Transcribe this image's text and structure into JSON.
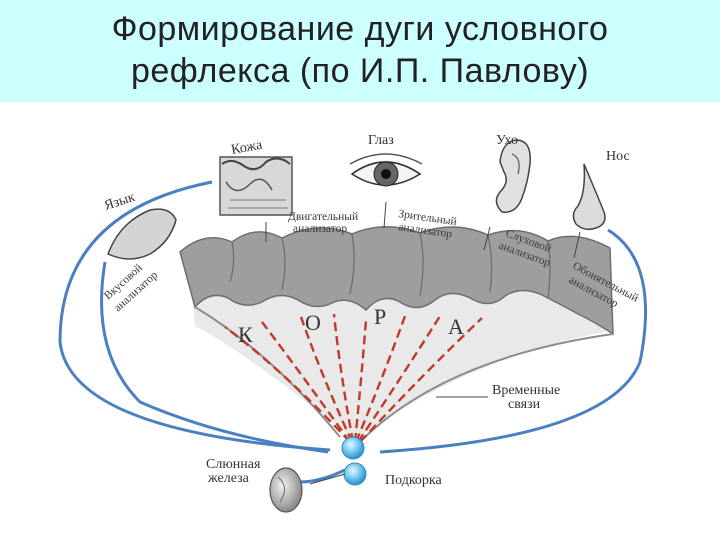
{
  "title": {
    "line1": "Формирование дуги условного",
    "line2": "рефлекса (по И.П. Павлову)"
  },
  "organs": {
    "skin": "Кожа",
    "eye": "Глаз",
    "ear": "Ухо",
    "nose": "Нос",
    "tongue": "Язык"
  },
  "analyzers": {
    "motor": [
      "Двигательный",
      "анализатор"
    ],
    "visual": [
      "Зрительный",
      "анализатор"
    ],
    "auditory": [
      "Слуховой",
      "анализатор"
    ],
    "olfactory": [
      "Обонятельный",
      "анализатор"
    ],
    "taste": [
      "Вкусовой",
      "анализатор"
    ]
  },
  "zones": [
    "К",
    "О",
    "Р",
    "А"
  ],
  "connections": [
    "Временные",
    "связи"
  ],
  "subcortex": "Подкорка",
  "gland": [
    "Слюнная",
    "железа"
  ],
  "colors": {
    "title_bg": "#ccffff",
    "cortex_gray": "#9e9e9e",
    "pathway_red": "#c0392b",
    "nerve_blue": "#4a7fc1",
    "node_blue": "#6ec6f0"
  }
}
